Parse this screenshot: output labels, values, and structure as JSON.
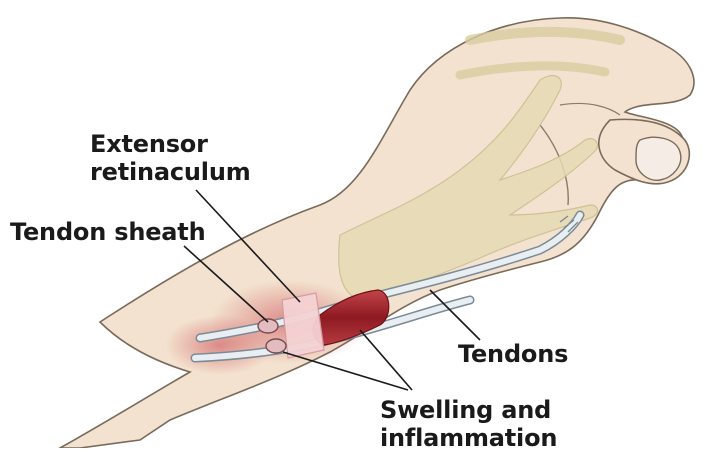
{
  "labels": {
    "extensor_retinaculum": [
      "Extensor",
      "retinaculum"
    ],
    "tendon_sheath": "Tendon sheath",
    "tendons": "Tendons",
    "swelling": [
      "Swelling and",
      "inflammation"
    ]
  },
  "colors": {
    "skin": "#f3e2cf",
    "skin_outline": "#7a6a5a",
    "bone": "#e6dcb3",
    "tendon": "#e9eef2",
    "sheath_inflamed": "#a8242b",
    "retinaculum_band": "#f5d2d4",
    "leader_line": "#1a1a1a"
  },
  "icons": [
    "wrist-illustration"
  ]
}
